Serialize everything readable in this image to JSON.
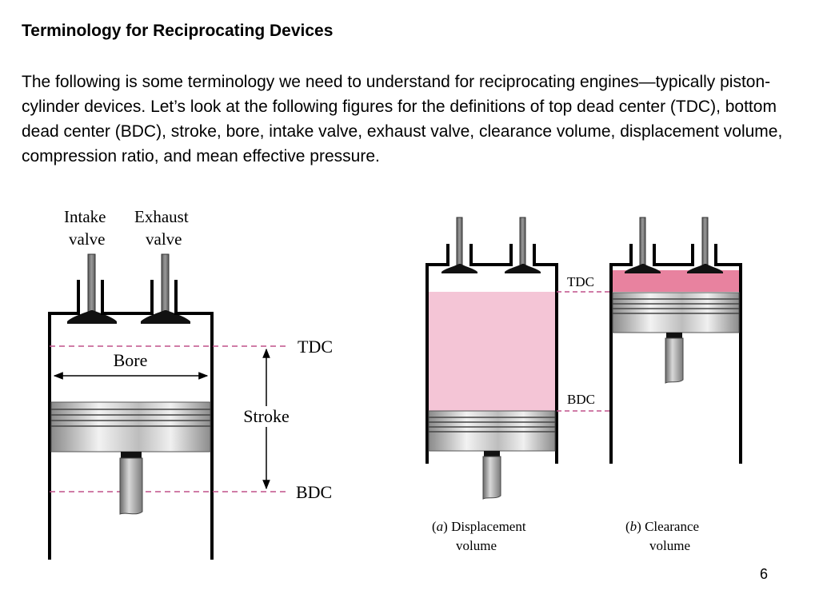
{
  "slide": {
    "title": "Terminology for Reciprocating Devices",
    "body": "The following is some terminology we need to understand for reciprocating engines—typically piston-cylinder devices.  Let’s look at the following figures for the definitions of top dead center (TDC), bottom dead center (BDC), stroke, bore, intake valve, exhaust valve, clearance volume, displacement volume, compression ratio, and mean effective pressure.",
    "page_number": "6"
  },
  "figure_left": {
    "intake_line1": "Intake",
    "intake_line2": "valve",
    "exhaust_line1": "Exhaust",
    "exhaust_line2": "valve",
    "bore_label": "Bore",
    "tdc_label": "TDC",
    "stroke_label": "Stroke",
    "bdc_label": "BDC"
  },
  "figure_right": {
    "tdc_label": "TDC",
    "bdc_label": "BDC",
    "caption_a_letter": "a",
    "caption_a_line1": "Displacement",
    "caption_a_line2": "volume",
    "caption_b_letter": "b",
    "caption_b_line1": "Clearance",
    "caption_b_line2": "volume"
  },
  "colors": {
    "dashed_line": "#c0508a",
    "displacement_fill": "#f4c5d6",
    "clearance_fill": "#e8829f",
    "valve_gray": "#7a7a7a",
    "piston_gray": "#cfcfcf"
  }
}
